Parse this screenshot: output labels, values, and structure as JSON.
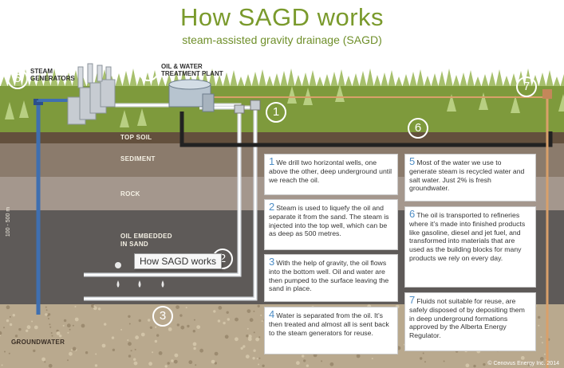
{
  "title": "How SAGD works",
  "subtitle": "steam-assisted gravity drainage (SAGD)",
  "plant_labels": {
    "steam_generators": "STEAM\nGENERATORS",
    "treatment_plant": "OIL & WATER\nTREATMENT PLANT"
  },
  "layers": {
    "top_soil": "TOP SOIL",
    "sediment": "SEDIMENT",
    "rock": "ROCK",
    "oil_sand": "OIL EMBEDDED\nIN SAND",
    "groundwater": "GROUNDWATER"
  },
  "depth_label": "100 - 500 m",
  "markers": [
    "5",
    "4",
    "1",
    "6",
    "7",
    "2",
    "3"
  ],
  "steps": [
    {
      "n": "1",
      "text": "We drill two horizontal wells, one above the other, deep underground until we reach the oil."
    },
    {
      "n": "2",
      "text": "Steam is used to liquefy the oil and separate it from the sand. The steam is injected into the top well, which can be as deep as 500 metres."
    },
    {
      "n": "3",
      "text": "With the help of gravity, the oil flows into the bottom well. Oil and water are then pumped to the surface leaving the sand in place."
    },
    {
      "n": "4",
      "text": "Water is separated from the oil. It’s then treated and almost all is sent back to the steam generators for reuse."
    },
    {
      "n": "5",
      "text": "Most of the water we use to generate steam is recycled water and salt water. Just 2% is fresh groundwater."
    },
    {
      "n": "6",
      "text": "The oil is transported to refineries where it’s made into finished products like gasoline, diesel and jet fuel, and transformed into materials that are used as the building blocks for many products we rely on every day."
    },
    {
      "n": "7",
      "text": "Fluids not suitable for reuse, are safely disposed of by depositing them in deep underground formations approved by the Alberta Energy Regulator."
    }
  ],
  "tooltip": "How SAGD works",
  "copyright": "© Cenovus Energy Inc. 2014",
  "colors": {
    "title": "#7a9a2c",
    "sky": "#ffffff",
    "grass": "#7e9a3c",
    "trees": "#a7c06d",
    "topsoil": "#63503d",
    "sediment": "#8b7b6c",
    "rock": "#a4978d",
    "oil_sand": "#5e5a58",
    "groundwater": "#b9a98e",
    "step_number": "#4e8dc5",
    "water_pipe": "#3f6fb0",
    "oil_pipe": "#222222"
  }
}
